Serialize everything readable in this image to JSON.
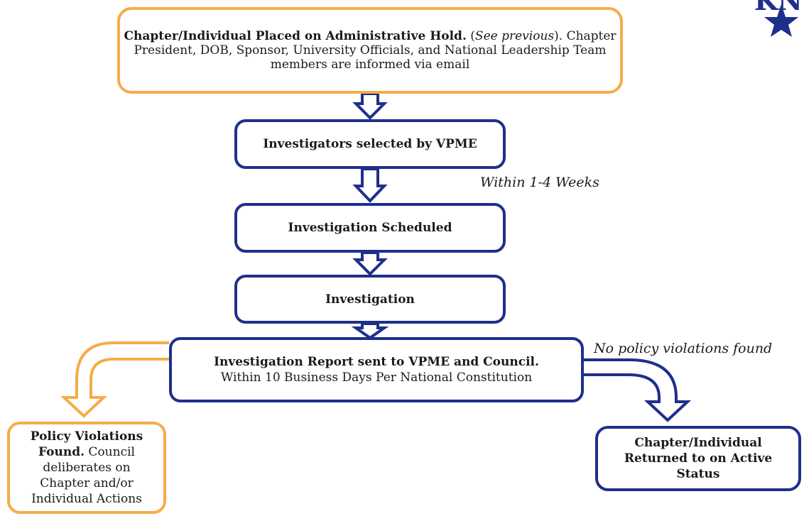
{
  "colors": {
    "orange": "#f5ad48",
    "navy": "#1e2f8c"
  },
  "logo": {
    "text": "KN",
    "icon": "star-icon"
  },
  "boxes": {
    "hold": {
      "title": "Chapter/Individual Placed on Administrative Hold.",
      "open": " (",
      "see": "See previous",
      "close": "). Chapter President, DOB, Sponsor, University Officials, and National Leadership Team members are informed via email"
    },
    "investigators": {
      "title": "Investigators selected by VPME"
    },
    "scheduled": {
      "title": "Investigation Scheduled"
    },
    "investigation": {
      "title": "Investigation"
    },
    "report": {
      "title": "Investigation Report sent to VPME and Council.",
      "detail": "Within 10 Business Days Per National Constitution"
    },
    "violations": {
      "title": "Policy Violations Found.",
      "detail": " Council deliberates on Chapter and/or Individual Actions"
    },
    "returned": {
      "title": "Chapter/Individual Returned to on Active Status"
    }
  },
  "notes": {
    "timing": "Within 1-4 Weeks",
    "no_violations": "No policy violations found"
  }
}
